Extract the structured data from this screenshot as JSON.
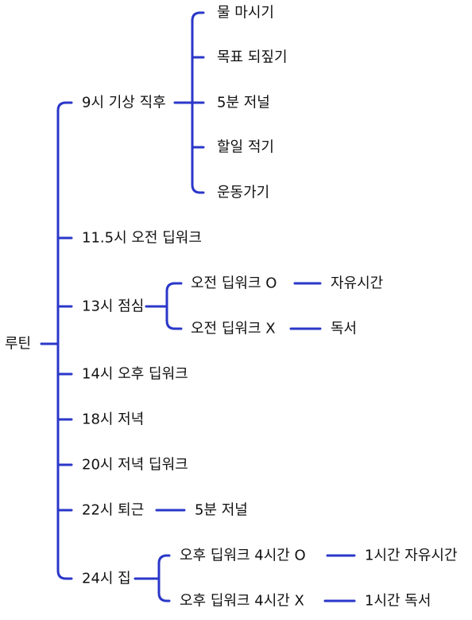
{
  "diagram": {
    "type": "mind-map",
    "line_color": "#2a37c9",
    "text_color": "#111111",
    "root": {
      "label": "루틴",
      "children": [
        {
          "label": "9시 기상 직후",
          "children": [
            {
              "label": "물 마시기"
            },
            {
              "label": "목표 되짚기"
            },
            {
              "label": "5분 저널"
            },
            {
              "label": "할일 적기"
            },
            {
              "label": "운동가기"
            }
          ]
        },
        {
          "label": "11.5시 오전 딥워크"
        },
        {
          "label": "13시 점심",
          "children": [
            {
              "label": "오전 딥워크 O",
              "children": [
                {
                  "label": "자유시간"
                }
              ]
            },
            {
              "label": "오전 딥워크 X",
              "children": [
                {
                  "label": "독서"
                }
              ]
            }
          ]
        },
        {
          "label": "14시 오후 딥워크"
        },
        {
          "label": "18시 저녁"
        },
        {
          "label": "20시 저녁 딥워크"
        },
        {
          "label": "22시 퇴근",
          "children": [
            {
              "label": "5분 저널"
            }
          ]
        },
        {
          "label": "24시 집",
          "children": [
            {
              "label": "오후 딥워크 4시간 O",
              "children": [
                {
                  "label": "1시간 자유시간"
                }
              ]
            },
            {
              "label": "오후 딥워크 4시간 X",
              "children": [
                {
                  "label": "1시간 독서"
                }
              ]
            }
          ]
        }
      ]
    }
  }
}
